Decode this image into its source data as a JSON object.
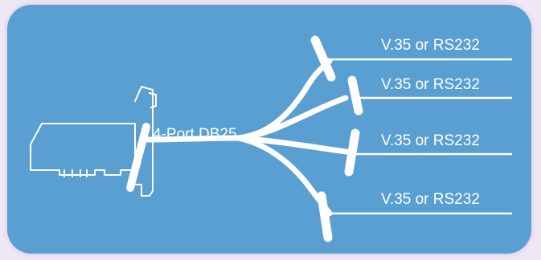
{
  "diagram": {
    "card_label": "4-Port DB25",
    "ports": [
      {
        "label": "V.35 or RS232"
      },
      {
        "label": "V.35 or RS232"
      },
      {
        "label": "V.35 or RS232"
      },
      {
        "label": "V.35 or RS232"
      }
    ]
  },
  "colors": {
    "page_background": "#efe6f6",
    "panel_background": "#5a9fd1",
    "line_color": "#ffffff"
  }
}
